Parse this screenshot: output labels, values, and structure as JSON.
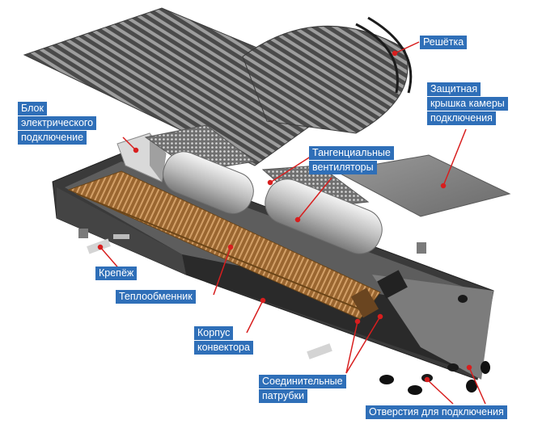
{
  "labels": {
    "grille": [
      "Решётка"
    ],
    "cover": [
      "Защитная",
      "крышка камеры",
      "подключения"
    ],
    "electric_block": [
      "Блок",
      "электрического",
      "подключение"
    ],
    "fans": [
      "Тангенциальные",
      "вентиляторы"
    ],
    "fastener": [
      "Крепёж"
    ],
    "heat_exchanger": [
      "Теплообменник"
    ],
    "housing": [
      "Корпус",
      "конвектора"
    ],
    "pipes": [
      "Соединительные",
      "патрубки"
    ],
    "openings": [
      "Отверстия для подключения"
    ]
  },
  "colors": {
    "label_bg": "#2f6fb8",
    "label_text": "#ffffff",
    "leader_line": "#d81e1e",
    "housing_dark": "#2b2b2b",
    "metal_light": "#c9c9c9",
    "copper": "#b07a3c"
  }
}
